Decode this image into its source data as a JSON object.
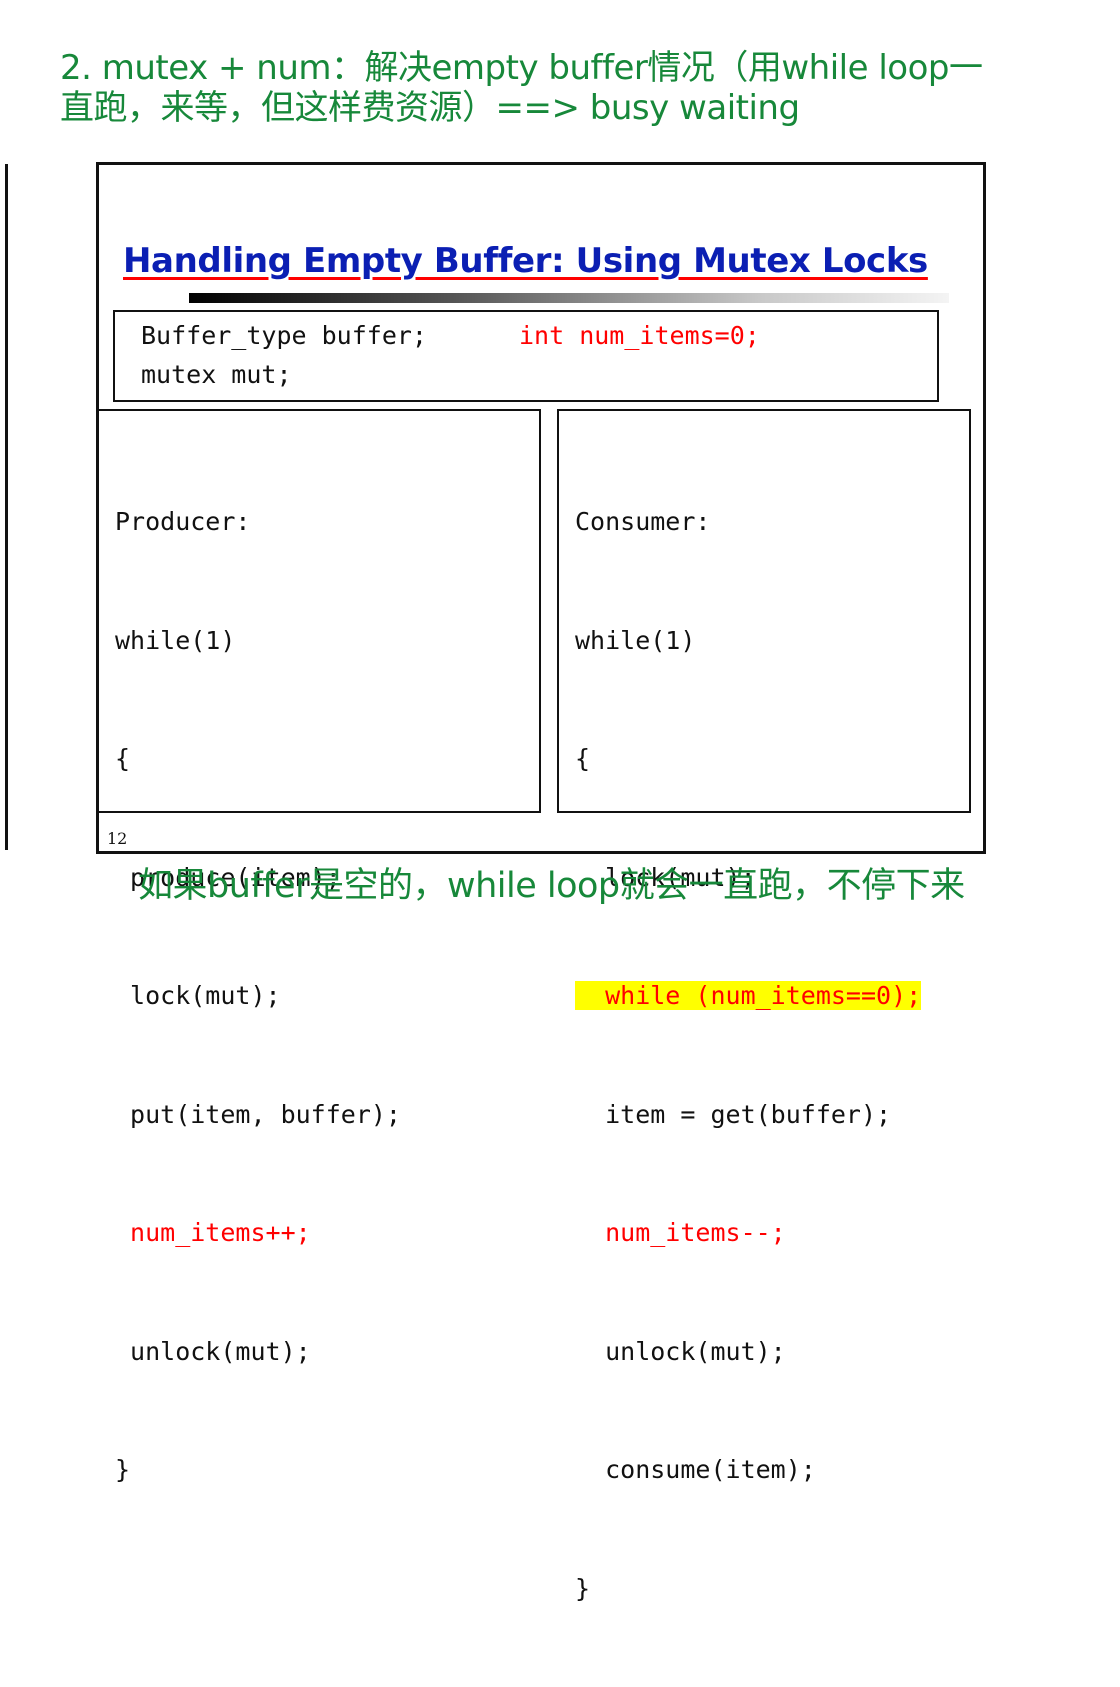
{
  "notes": {
    "top_line_1": "2. mutex + num：解决empty buffer情况（用while loop一",
    "top_line_2": "直跑，来等，但这样费资源）==> busy waiting",
    "bottom": "如果buffer是空的，while loop就会一直跑，不停下来"
  },
  "slide": {
    "title": "Handling Empty Buffer: Using Mutex Locks",
    "page_number": "12",
    "declarations": {
      "line_1": "Buffer_type buffer;",
      "line_1_highlight": "int num_items=0;",
      "line_2": "mutex mut;"
    },
    "producer": {
      "lines": [
        "Producer:",
        "while(1)",
        "{",
        " produce(item);",
        " lock(mut);",
        " put(item, buffer);",
        " num_items++;",
        " unlock(mut);",
        "}"
      ]
    },
    "consumer": {
      "lines": [
        "Consumer:",
        "while(1)",
        "{",
        "  lock(mut);",
        "  while (num_items==0);",
        "  item = get(buffer);",
        "  num_items--;",
        "  unlock(mut);",
        "  consume(item);",
        "}"
      ]
    }
  },
  "colors": {
    "note_green": "#17883a",
    "title_blue": "#0b1fb3",
    "highlight_red": "#ff0000",
    "highlight_yellow": "#ffff00"
  }
}
